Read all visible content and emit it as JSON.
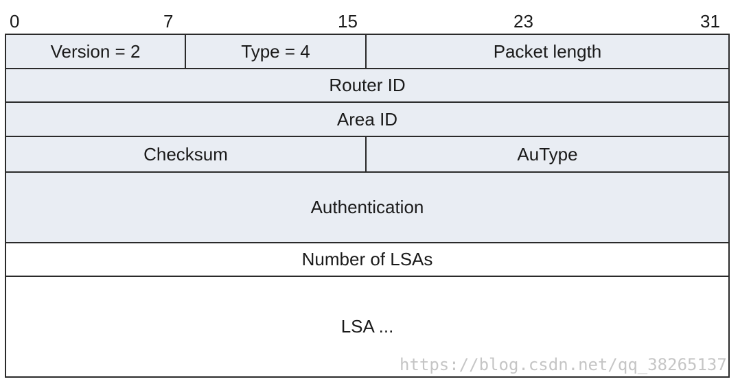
{
  "bit_labels": [
    "0",
    "7",
    "15",
    "23",
    "31"
  ],
  "fields": {
    "version": "Version = 2",
    "type": "Type = 4",
    "packet_length": "Packet length",
    "router_id": "Router ID",
    "area_id": "Area ID",
    "checksum": "Checksum",
    "autype": "AuType",
    "authentication": "Authentication",
    "number_of_lsas": "Number of LSAs",
    "lsa": "LSA ..."
  },
  "watermark": "https://blog.csdn.net/qq_38265137",
  "colors": {
    "shaded_fill": "#e9edf3",
    "plain_fill": "#ffffff",
    "border": "#2a2a2a"
  }
}
